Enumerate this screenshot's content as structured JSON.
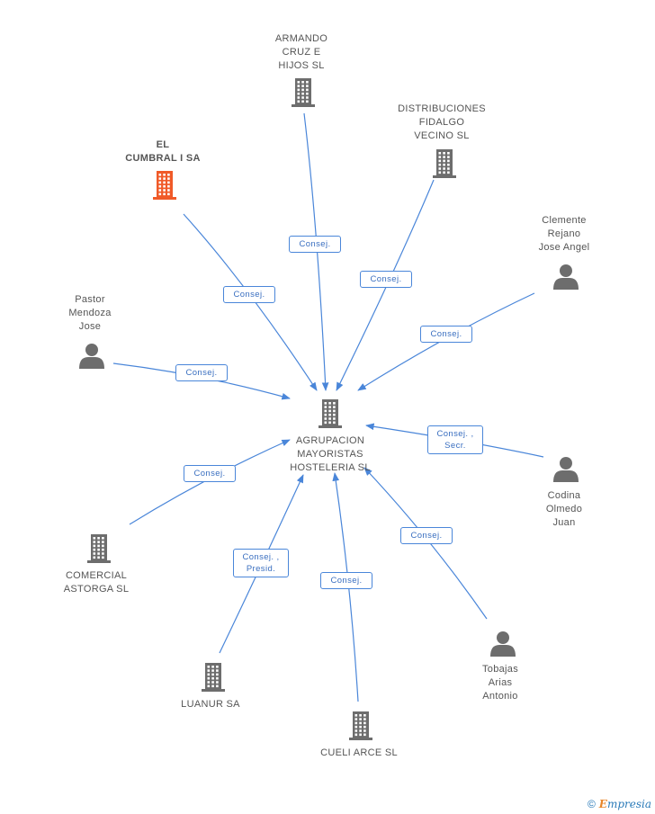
{
  "colors": {
    "edge": "#4a86d9",
    "node_icon": "#6d6d6d",
    "highlight_icon": "#f05a28",
    "label_text": "#555555"
  },
  "nodes": [
    {
      "id": "center",
      "type": "company",
      "label": "AGRUPACION\nMAYORISTAS\nHOSTELERIA SL",
      "highlight": false
    },
    {
      "id": "armando",
      "type": "company",
      "label": "ARMANDO\nCRUZ E\nHIJOS SL",
      "highlight": false
    },
    {
      "id": "distribuciones",
      "type": "company",
      "label": "DISTRIBUCIONES\nFIDALGO\nVECINO SL",
      "highlight": false
    },
    {
      "id": "cumbral",
      "type": "company",
      "label": "EL\nCUMBRAL I SA",
      "highlight": true
    },
    {
      "id": "clemente",
      "type": "person",
      "label": "Clemente\nRejano\nJose Angel",
      "highlight": false
    },
    {
      "id": "pastor",
      "type": "person",
      "label": "Pastor\nMendoza\nJose",
      "highlight": false
    },
    {
      "id": "codina",
      "type": "person",
      "label": "Codina\nOlmedo\nJuan",
      "highlight": false
    },
    {
      "id": "comercial",
      "type": "company",
      "label": "COMERCIAL\nASTORGA  SL",
      "highlight": false
    },
    {
      "id": "luanur",
      "type": "company",
      "label": "LUANUR SA",
      "highlight": false
    },
    {
      "id": "cueli",
      "type": "company",
      "label": "CUELI ARCE SL",
      "highlight": false
    },
    {
      "id": "tobajas",
      "type": "person",
      "label": "Tobajas\nArias\nAntonio",
      "highlight": false
    }
  ],
  "edges": [
    {
      "from": "armando",
      "to": "center",
      "label": "Consej."
    },
    {
      "from": "distribuciones",
      "to": "center",
      "label": "Consej."
    },
    {
      "from": "cumbral",
      "to": "center",
      "label": "Consej."
    },
    {
      "from": "clemente",
      "to": "center",
      "label": "Consej."
    },
    {
      "from": "pastor",
      "to": "center",
      "label": "Consej."
    },
    {
      "from": "codina",
      "to": "center",
      "label": "Consej. ,\nSecr."
    },
    {
      "from": "comercial",
      "to": "center",
      "label": "Consej."
    },
    {
      "from": "luanur",
      "to": "center",
      "label": "Consej. ,\nPresid."
    },
    {
      "from": "cueli",
      "to": "center",
      "label": "Consej."
    },
    {
      "from": "tobajas",
      "to": "center",
      "label": "Consej."
    }
  ],
  "footer": {
    "copyright": "©",
    "brand_first": "E",
    "brand_rest": "mpresia"
  }
}
